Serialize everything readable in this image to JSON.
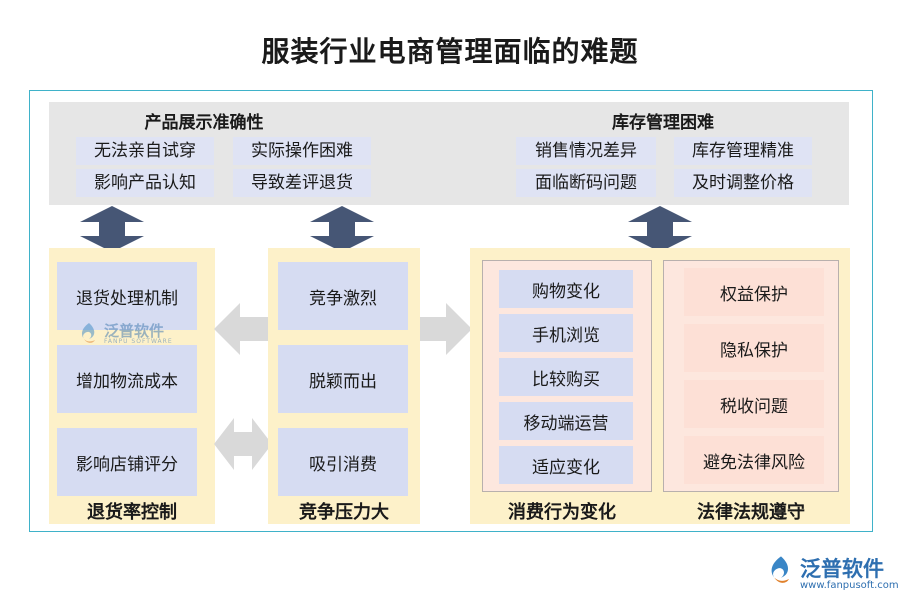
{
  "title": "服装行业电商管理面临的难题",
  "top_left": {
    "title": "产品展示准确性",
    "tags": [
      "无法亲自试穿",
      "实际操作困难",
      "影响产品认知",
      "导致差评退货"
    ]
  },
  "top_right": {
    "title": "库存管理困难",
    "tags": [
      "销售情况差异",
      "库存管理精准",
      "面临断码问题",
      "及时调整价格"
    ]
  },
  "panel_returns": {
    "label": "退货率控制",
    "items": [
      "退货处理机制",
      "增加物流成本",
      "影响店铺评分"
    ]
  },
  "panel_competition": {
    "label": "竞争压力大",
    "items": [
      "竞争激烈",
      "脱颖而出",
      "吸引消费"
    ]
  },
  "panel_consumer": {
    "label": "消费行为变化",
    "items": [
      "购物变化",
      "手机浏览",
      "比较购买",
      "移动端运营",
      "适应变化"
    ]
  },
  "panel_legal": {
    "label": "法律法规遵守",
    "items": [
      "权益保护",
      "隐私保护",
      "税收问题",
      "避免法律风险"
    ]
  },
  "watermark": {
    "center_name": "泛普软件",
    "center_sub": "FANPU SOFTWARE",
    "corner_name": "泛普软件",
    "corner_url": "www.fanpusoft.com"
  },
  "colors": {
    "frame": "#3fb2c9",
    "grey_band": "#e6e6e6",
    "panel": "#fdf1c9",
    "blue_box": "#d6dcf2",
    "pink_box": "#fde7de",
    "dark_arrow": "#465675",
    "light_arrow": "#d9d9d9"
  }
}
